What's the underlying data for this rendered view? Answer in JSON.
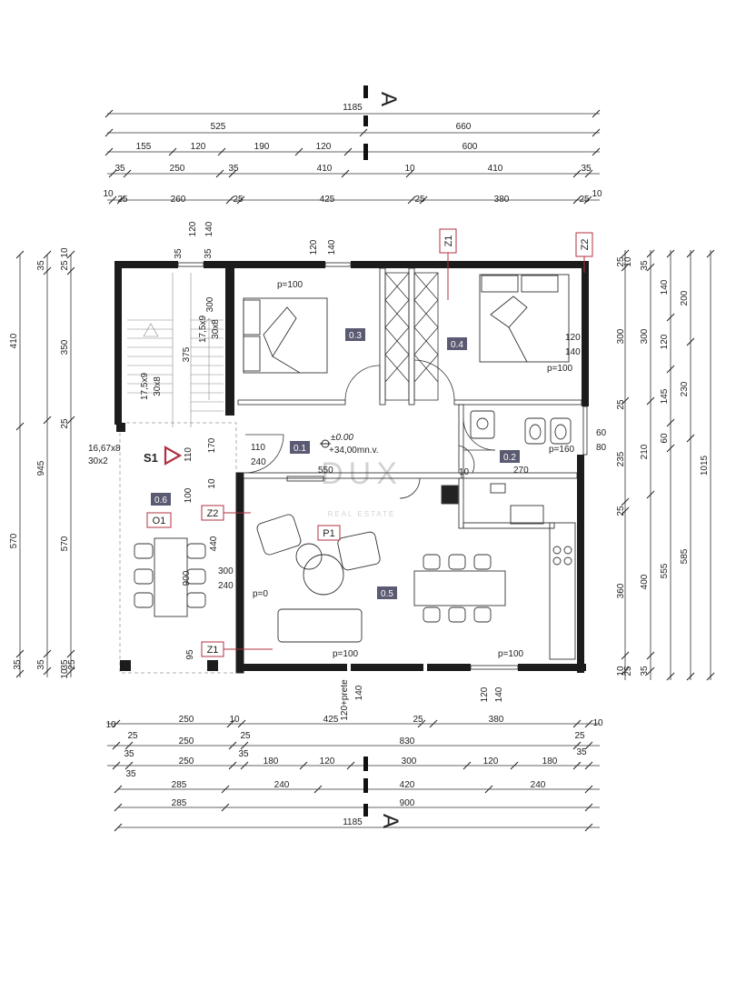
{
  "dims_top": {
    "section": "A",
    "r1": [
      "1185"
    ],
    "r2": [
      "525",
      "660"
    ],
    "r3": [
      "155",
      "120",
      "190",
      "120",
      "600"
    ],
    "r4": [
      "35",
      "250",
      "35",
      "410",
      "10",
      "410",
      "35"
    ],
    "r5": [
      "10",
      "25",
      "260",
      "25",
      "425",
      "25",
      "380",
      "25",
      "10"
    ]
  },
  "dims_bottom": {
    "section": "A",
    "r1": [
      "10",
      "250",
      "10",
      "425",
      "25",
      "380",
      "10"
    ],
    "r2": [
      "25",
      "250",
      "25",
      "830",
      "25"
    ],
    "r3": [
      "35",
      "250",
      "35",
      "180",
      "120",
      "300",
      "120",
      "180",
      "35"
    ],
    "r4": [
      "35"
    ],
    "r5": [
      "285",
      "240",
      "420",
      "240"
    ],
    "r6": [
      "285",
      "900"
    ],
    "r7": [
      "1185"
    ]
  },
  "dims_left": {
    "c1": [
      "410",
      "945",
      "570"
    ],
    "c2": [
      "35",
      "350",
      "25",
      "570",
      "35"
    ],
    "c3": [
      "25",
      "10",
      "10",
      "25"
    ],
    "c4": [
      "35",
      "35"
    ]
  },
  "dims_right": {
    "c1": [
      "25",
      "10",
      "300",
      "25",
      "235",
      "25",
      "360",
      "10",
      "25"
    ],
    "c2": [
      "35",
      "300",
      "210",
      "400",
      "35"
    ],
    "c3": [
      "140",
      "120",
      "145",
      "60",
      "555"
    ],
    "c4": [
      "200",
      "230",
      "585"
    ],
    "c5": [
      "1015"
    ]
  },
  "window_dims": {
    "top_bed1": [
      "120",
      "140"
    ],
    "top_stair": [
      "120",
      "140"
    ],
    "top_stair_35": "35",
    "stair_35b": "35",
    "right_bed2": [
      "120",
      "140"
    ],
    "right_bath": [
      "60",
      "80"
    ],
    "bottom_door": [
      "120+prete",
      "140"
    ],
    "bottom_kitchen": [
      "120",
      "140"
    ],
    "left_terrace_door": [
      "110",
      "240"
    ],
    "living_west": [
      "300",
      "240"
    ],
    "stair_wall": "170",
    "stair_wall_110": "110",
    "terrace_100": "100",
    "terrace_440": "440",
    "terrace_900": "900",
    "stair_300": "300",
    "stair_375": "375",
    "bottom_35": "35",
    "bottom_95": "95",
    "hall_10": "10",
    "kitchen_10": "10"
  },
  "stairs": {
    "flight1": [
      "17,5x9",
      "30x8"
    ],
    "flight2": [
      "17,5x9",
      "30x8"
    ],
    "landing": [
      "16,67x8",
      "30x2"
    ]
  },
  "rooms": {
    "r01": "0.1",
    "r02": "0.2",
    "r03": "0.3",
    "r04": "0.4",
    "r05": "0.5",
    "r06": "0.6"
  },
  "markers": {
    "z1_top": "Z1",
    "z2_top": "Z2",
    "z2_left": "Z2",
    "z1_left": "Z1",
    "p1": "P1",
    "o1": "O1",
    "s1": "S1"
  },
  "sills": {
    "bed1": "p=100",
    "bed2": "p=100",
    "bath": "p=160",
    "living_w": "p=0",
    "living_s": "p=100",
    "kitchen_s": "p=100"
  },
  "levels": {
    "elevation": "±0.00",
    "absolute": "+34,00mn.v.",
    "hall_width": "550",
    "bath_width": "270"
  },
  "watermark": {
    "brand": "DUX",
    "sub": "REAL ESTATE"
  }
}
